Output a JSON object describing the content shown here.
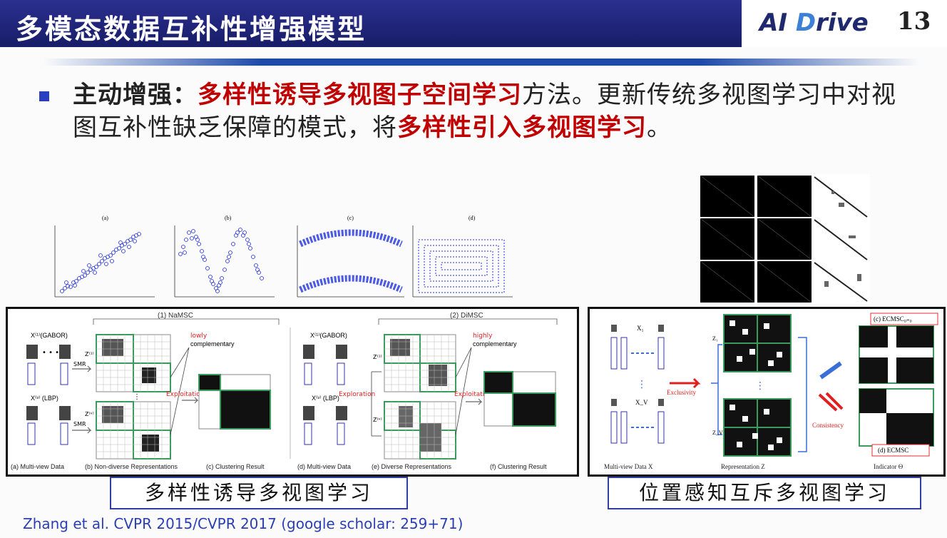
{
  "title": "多模态数据互补性增强模型",
  "logo_ai": "AI",
  "logo_d": "D",
  "logo_rive": "rive",
  "page_number": "13",
  "bullet": {
    "lead": "主动增强：",
    "red1": "多样性诱导多视图子空间学习",
    "mid": "方法。更新传统多视图学习中对视图互补性缺乏保障的模式，将",
    "red2": "多样性引入多视图学习",
    "end": "。"
  },
  "scatter_labels": [
    "(a)",
    "(b)",
    "(c)",
    "(d)"
  ],
  "left_figure": {
    "header1": "(1)  NaMSC",
    "header2": "(2) DiMSC",
    "gabor": "X⁽¹⁾(GABOR)",
    "lbp": "X⁽ᵛ⁾ (LBP)",
    "smr": "SMR",
    "z1": "Z⁽¹⁾",
    "zv": "Z⁽ᵛ⁾",
    "lowly": "lowly",
    "highly": "highly",
    "complementary": "complementary",
    "exploitation": "Exploitation",
    "exploration": "Exploration",
    "captions": [
      "(a) Multi-view Data",
      "(b) Non-diverse Representations",
      "(c) Clustering Result",
      "(d) Multi-view Data",
      "(e) Diverse Representations",
      "(f) Clustering Result"
    ],
    "label": "多样性诱导多视图学习"
  },
  "right_figure": {
    "x1": "X₁",
    "xv": "X_V",
    "z1": "Z₁",
    "zv": "Z_V",
    "exclusivity": "Exclusivity",
    "consistency": "Consistency",
    "ecmsc_top": "(c) ECMSC₀₌₀",
    "ecmsc_bottom": "(d) ECMSC",
    "captions": [
      "Multi-view Data X",
      "Representation Z",
      "Indicator Θ"
    ],
    "label": "位置感知互斥多视图学习"
  },
  "citation": "Zhang et al. CVPR 2015/CVPR 2017 (google scholar: 259+71)",
  "colors": {
    "title_bg": "#1f2478",
    "red": "#c00000",
    "green": "#4caf50",
    "blue": "#2b3fb5"
  }
}
